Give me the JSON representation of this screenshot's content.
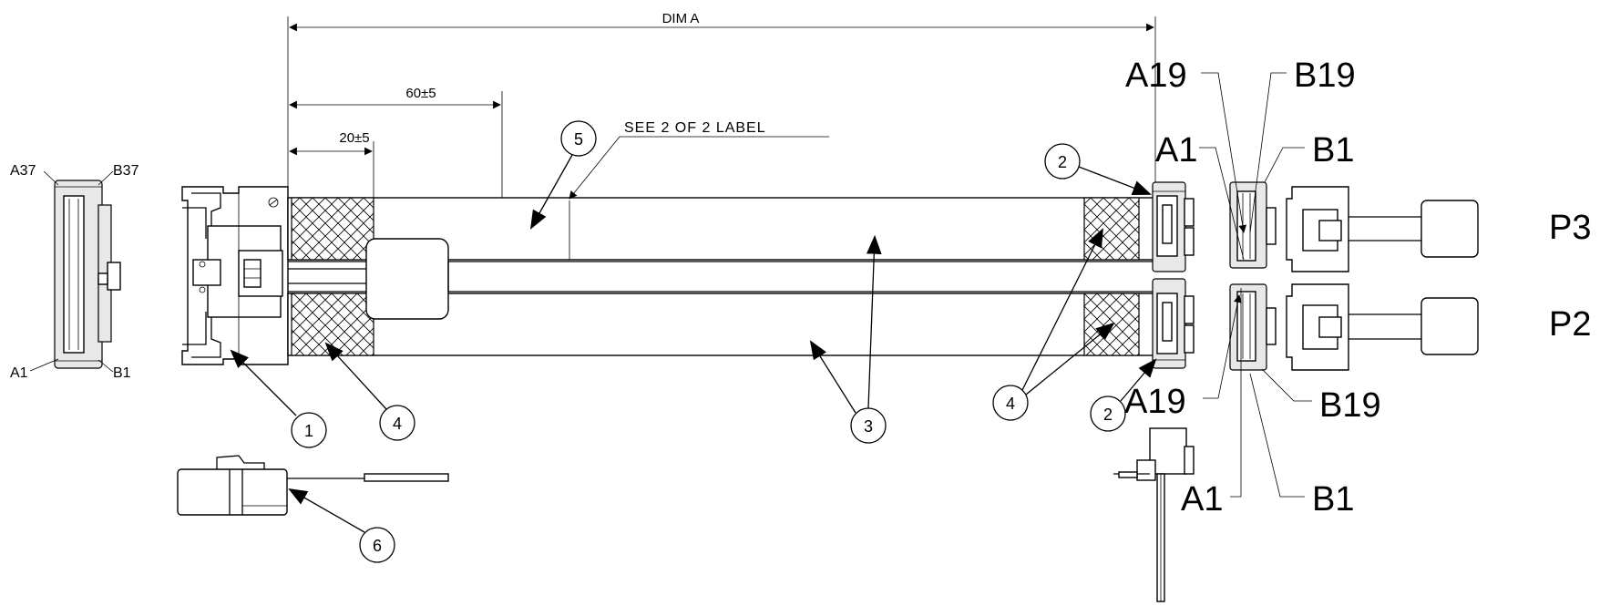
{
  "dimensions": {
    "dim_a": "DIM A",
    "dim_60": "60±5",
    "dim_20": "20±5"
  },
  "note": "SEE 2 OF 2 LABEL",
  "left_connector_pins": {
    "top_left": "A37",
    "top_right": "B37",
    "bottom_left": "A1",
    "bottom_right": "B1"
  },
  "right_pins": {
    "upper_a19": "A19",
    "upper_b19": "B19",
    "upper_a1": "A1",
    "upper_b1": "B1",
    "lower_a19": "A19",
    "lower_b19": "B19",
    "lower_a1": "A1",
    "lower_b1": "B1"
  },
  "plugs": {
    "p3": "P3",
    "p2": "P2"
  },
  "balloons": {
    "b1": "1",
    "b2_top": "2",
    "b2_bottom": "2",
    "b3": "3",
    "b4_left": "4",
    "b4_right": "4",
    "b5": "5",
    "b6": "6"
  }
}
